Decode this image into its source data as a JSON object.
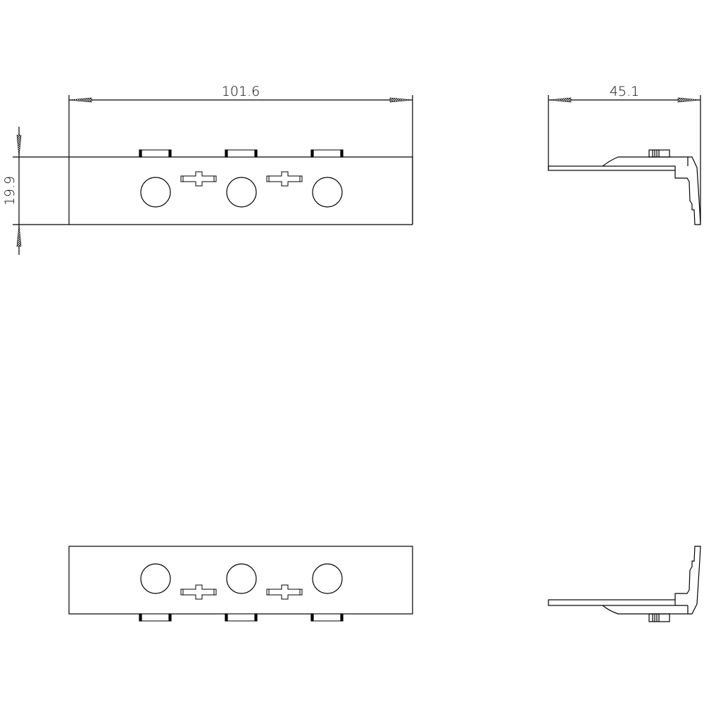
{
  "drawing": {
    "title": "Technical drawing - 3-position holder/clip, front and side views",
    "line_color": "#000000",
    "background": "#ffffff"
  },
  "dimensions": {
    "front_width": "101.6",
    "front_height": "19.9",
    "side_depth": "45.1"
  },
  "views": [
    {
      "name": "front-view-top",
      "tabs": 3,
      "holes": 3,
      "crosses": 2
    },
    {
      "name": "side-view-top"
    },
    {
      "name": "front-view-bottom",
      "tabs": 3,
      "holes": 3,
      "crosses": 2
    },
    {
      "name": "side-view-bottom"
    }
  ]
}
